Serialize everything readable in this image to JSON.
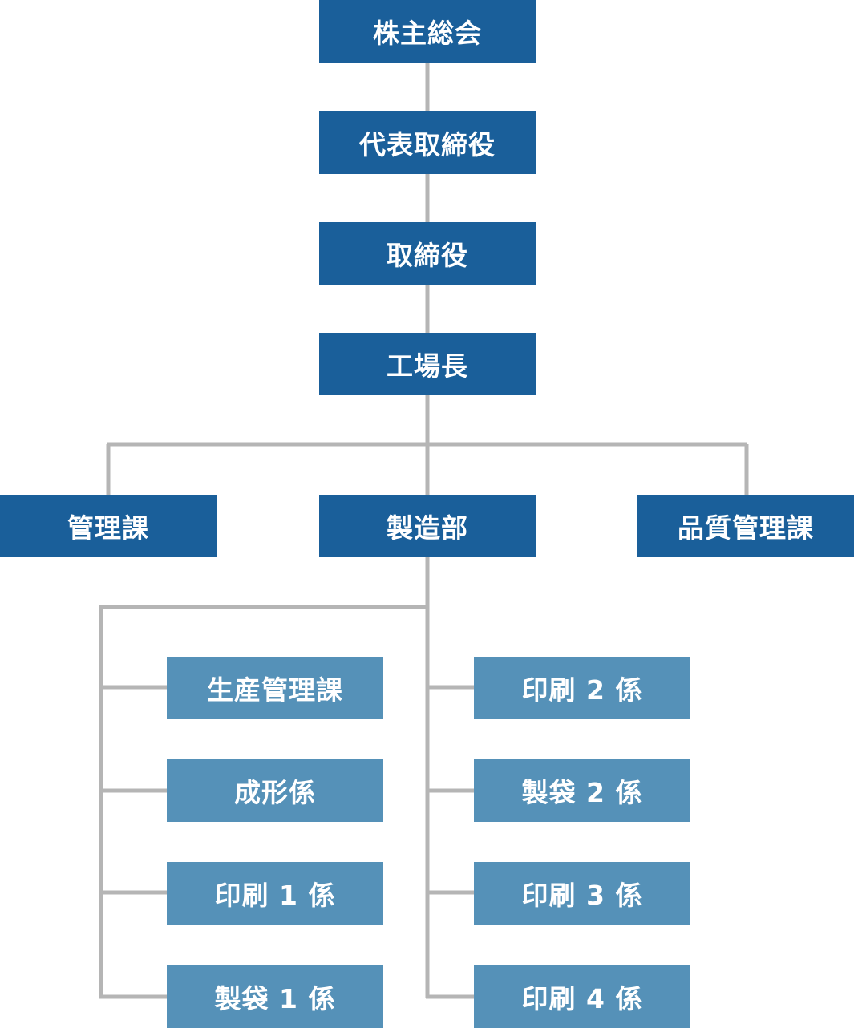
{
  "colors": {
    "primary_box": "#1a5f9a",
    "secondary_box": "#5591b8",
    "connector": "#b5b5b5",
    "text": "#ffffff"
  },
  "nodes": {
    "shareholders_meeting": "株主総会",
    "ceo": "代表取締役",
    "directors": "取締役",
    "factory_manager": "工場長",
    "admin_section": "管理課",
    "manufacturing_dept": "製造部",
    "quality_control_section": "品質管理課",
    "production_control_section": "生産管理課",
    "molding_unit": "成形係",
    "printing_unit_1": "印刷 1 係",
    "bag_making_unit_1": "製袋 1 係",
    "printing_unit_2": "印刷 2 係",
    "bag_making_unit_2": "製袋 2 係",
    "printing_unit_3": "印刷 3 係",
    "printing_unit_4": "印刷 4 係"
  }
}
